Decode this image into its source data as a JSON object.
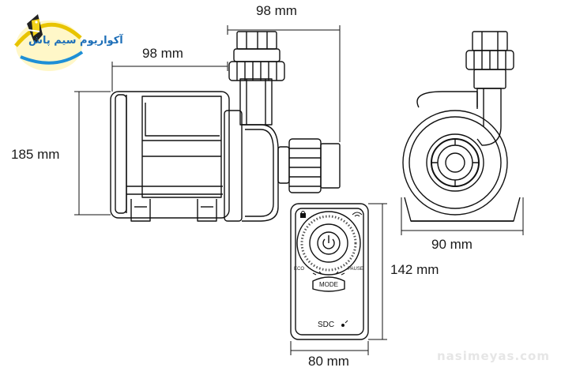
{
  "dimensions": {
    "side_width_body": "98 mm",
    "side_width_total": "98 mm",
    "side_height": "185 mm",
    "front_width": "90 mm",
    "controller_height": "142 mm",
    "controller_width": "80 mm"
  },
  "controller": {
    "eco_label": "ECO",
    "pause_label": "PAUSE",
    "mode_label": "MODE",
    "brand_label": "SDC"
  },
  "logo": {
    "text": "آکواریوم سیم پاش"
  },
  "watermark": "nasimeyas.com"
}
